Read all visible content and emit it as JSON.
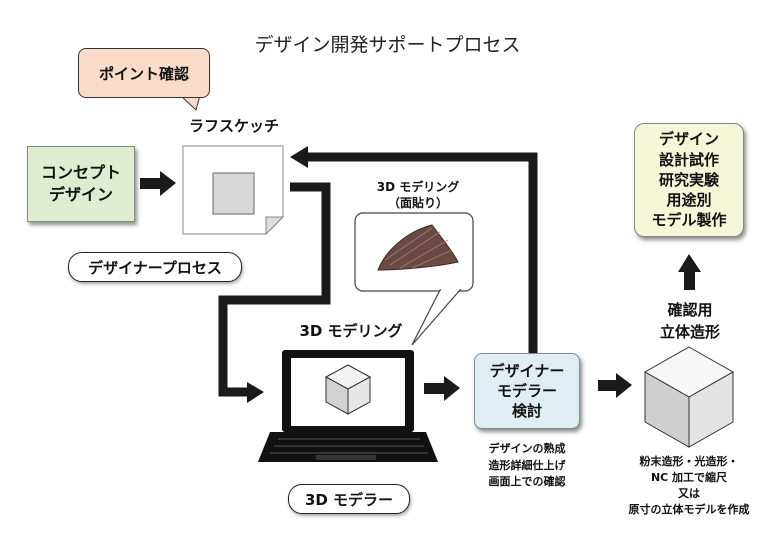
{
  "title": "デザイン開発サポートプロセス",
  "point_label": "ポイント確認",
  "rough_sketch_label": "ラフスケッチ",
  "concept_design": [
    "コンセプト",
    "デザイン"
  ],
  "designer_process_label": "デザイナープロセス",
  "modeling_bubble_label": [
    "3D モデリング",
    "（面貼り）"
  ],
  "modeling_3d_label": "3D モデリング",
  "modeler_label": "3D モデラー",
  "designer_model_review": [
    "デザイナー",
    "モデラー",
    "検討"
  ],
  "review_notes": [
    "デザインの熟成",
    "造形詳細仕上げ",
    "画面上での確認"
  ],
  "confirm_model_label": [
    "確認用",
    "立体造形"
  ],
  "uses": [
    "デザイン",
    "設計試作",
    "研究実験",
    "用途別",
    "モデル製作"
  ],
  "fabrication_notes": [
    "粉末造形・光造形・",
    "NC 加工で縮尺",
    "又は",
    "原寸の立体モデルを作成"
  ],
  "colors": {
    "point_bubble": "#f8dbc9",
    "concept_box": "#dfeccf",
    "uses_box": "#f5f7d8",
    "review_box": "#dfeef3",
    "arrow": "#1a1a1a"
  }
}
